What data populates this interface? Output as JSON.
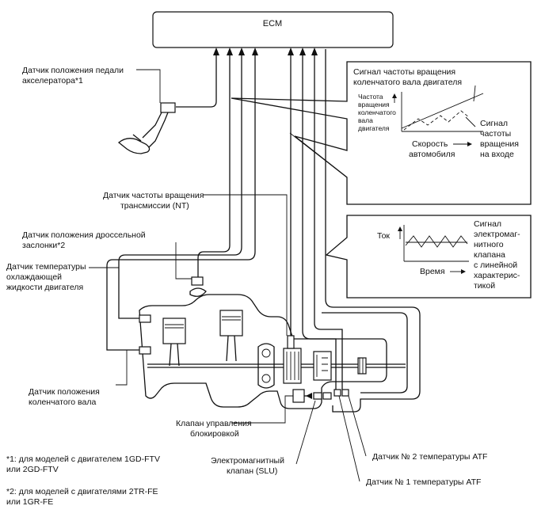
{
  "ecm": {
    "label": "ECM"
  },
  "labels": {
    "accel_pedal_line1": "Датчик положения педали",
    "accel_pedal_line2": "акселератора*1",
    "turbine_speed_line1": "Датчик частоты вращения",
    "turbine_speed_line2": "трансмиссии (NT)",
    "throttle_line1": "Датчик положения дроссельной",
    "throttle_line2": "заслонки*2",
    "coolant_line1": "Датчик температуры",
    "coolant_line2": "охлаждающей",
    "coolant_line3": "жидкости двигателя",
    "crank_line1": "Датчик положения",
    "crank_line2": "коленчатого вала",
    "lockup_valve_line1": "Клапан управления",
    "lockup_valve_line2": "блокировкой",
    "slu_line1": "Электромагнитный",
    "slu_line2": "клапан (SLU)",
    "atf2": "Датчик № 2 температуры ATF",
    "atf1": "Датчик № 1 температуры ATF"
  },
  "footnotes": {
    "n1_line1": "*1: для моделей с двигателем 1GD-FTV",
    "n1_line2": "или 2GD-FTV",
    "n2_line1": "*2: для моделей с двигателями 2TR-FE",
    "n2_line2": "или 1GR-FE"
  },
  "callout_speed": {
    "title_line1": "Сигнал частоты вращения",
    "title_line2": "коленчатого вала двигателя",
    "axis_y_line1": "Частота",
    "axis_y_line2": "вращения",
    "axis_y_line3": "коленчатого",
    "axis_y_line4": "вала",
    "axis_y_line5": "двигателя",
    "axis_x_line1": "Скорость",
    "axis_x_line2": "автомобиля",
    "input_line1": "Сигнал",
    "input_line2": "частоты",
    "input_line3": "вращения",
    "input_line4": "на входе"
  },
  "callout_current": {
    "axis_y": "Ток",
    "axis_x": "Время",
    "desc_line1": "Сигнал",
    "desc_line2": "электромаг-",
    "desc_line3": "нитного",
    "desc_line4": "клапана",
    "desc_line5": "с линейной",
    "desc_line6": "характерис-",
    "desc_line7": "тикой"
  }
}
